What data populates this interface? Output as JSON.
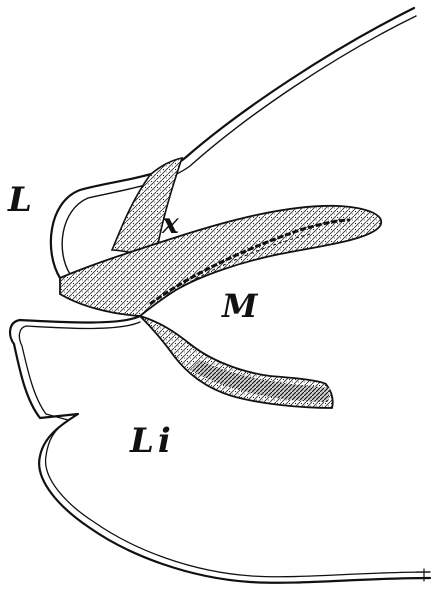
{
  "figure": {
    "labels": {
      "L": "L",
      "x": "x",
      "M": "M",
      "Li": "Li"
    },
    "colors": {
      "ink": "#111111",
      "paper": "#ffffff",
      "hatch": "#444444"
    }
  }
}
